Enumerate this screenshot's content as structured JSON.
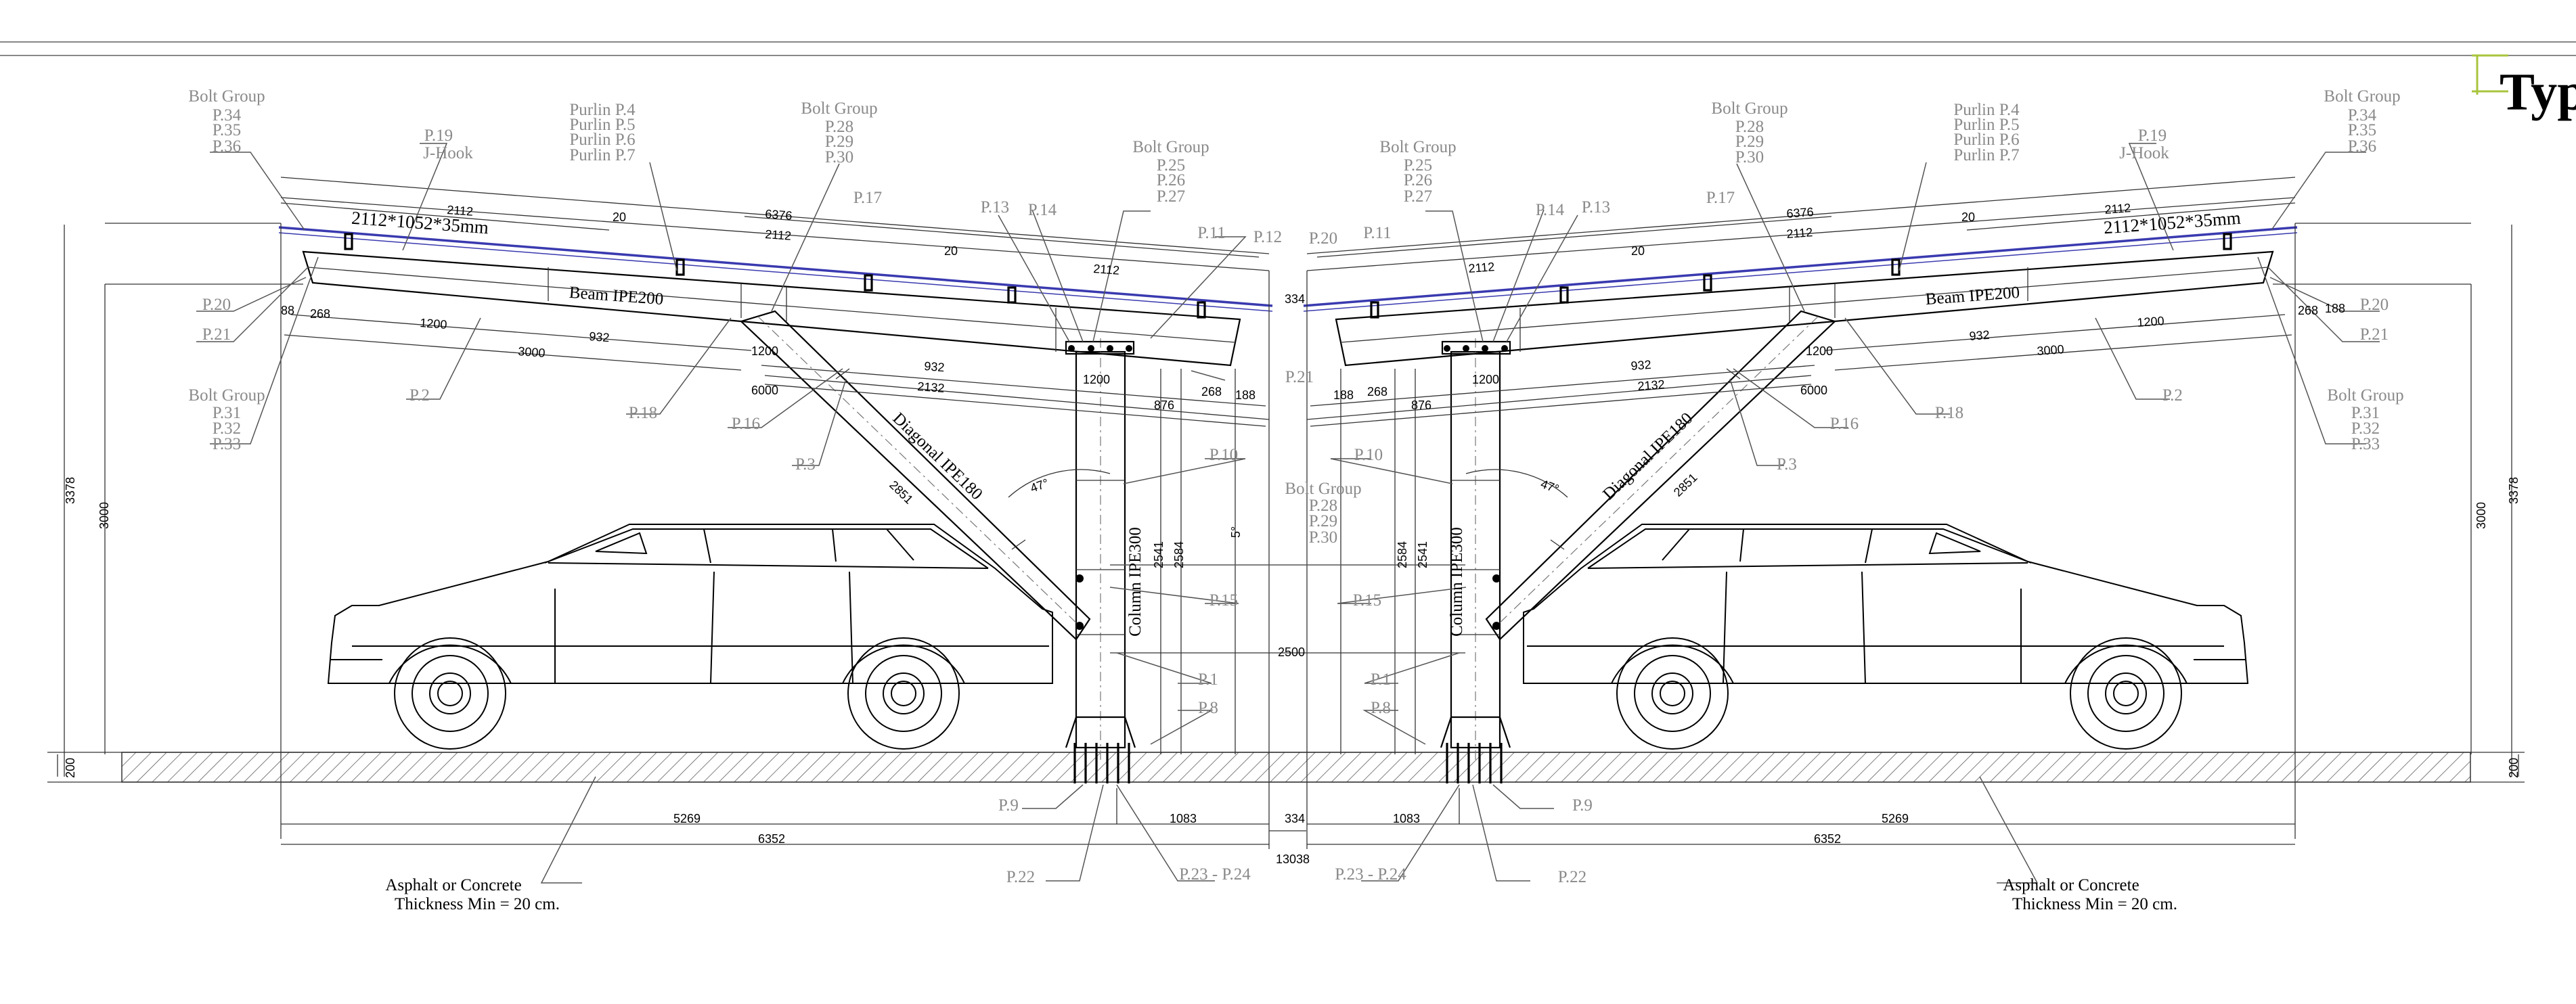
{
  "title_fragment": "Typ",
  "notes": {
    "asphalt_line1": "Asphalt or Concrete",
    "asphalt_line2": "Thickness Min = 20 cm."
  },
  "members": {
    "panel": "2112*1052*35mm",
    "beam": "Beam IPE200",
    "diagonal": "Diagonal IPE180",
    "column": "Column IPE300"
  },
  "bolt_groups": {
    "outer_title": "Bolt Group",
    "outer_top": [
      "P.34",
      "P.35",
      "P.36"
    ],
    "outer_bottom": [
      "P.31",
      "P.32",
      "P.33"
    ],
    "mid_top": [
      "P.28",
      "P.29",
      "P.30"
    ],
    "inner_top": [
      "P.25",
      "P.26",
      "P.27"
    ],
    "center": [
      "P.28",
      "P.29",
      "P.30"
    ]
  },
  "purlin_labels": [
    "Purlin P.4",
    "Purlin P.5",
    "Purlin P.6",
    "Purlin P.7"
  ],
  "hook_labels": [
    "P.19",
    "J-Hook"
  ],
  "part_labels": {
    "p1": "P.1",
    "p2": "P.2",
    "p3": "P.3",
    "p8": "P.8",
    "p9": "P.9",
    "p10": "P.10",
    "p11": "P.11",
    "p12": "P.12",
    "p13": "P.13",
    "p14": "P.14",
    "p15": "P.15",
    "p16": "P.16",
    "p17": "P.17",
    "p18": "P.18",
    "p20": "P.20",
    "p21": "P.21",
    "p22": "P.22",
    "p23_24": "P.23 - P.24"
  },
  "dimensions": {
    "d2112": "2112",
    "d6376": "6376",
    "d20": "20",
    "d334": "334",
    "d88": "88",
    "d268": "268",
    "d1200": "1200",
    "d3000": "3000",
    "d932": "932",
    "d6000": "6000",
    "d2132": "2132",
    "d876": "876",
    "d188": "188",
    "d2851": "2851",
    "d47": "47°",
    "d2541": "2541",
    "d2584": "2584",
    "d5deg": "5°",
    "d2500": "2500",
    "d3378": "3378",
    "d200": "200",
    "d5269": "5269",
    "d6352": "6352",
    "d1083": "1083",
    "d13038": "13038"
  }
}
